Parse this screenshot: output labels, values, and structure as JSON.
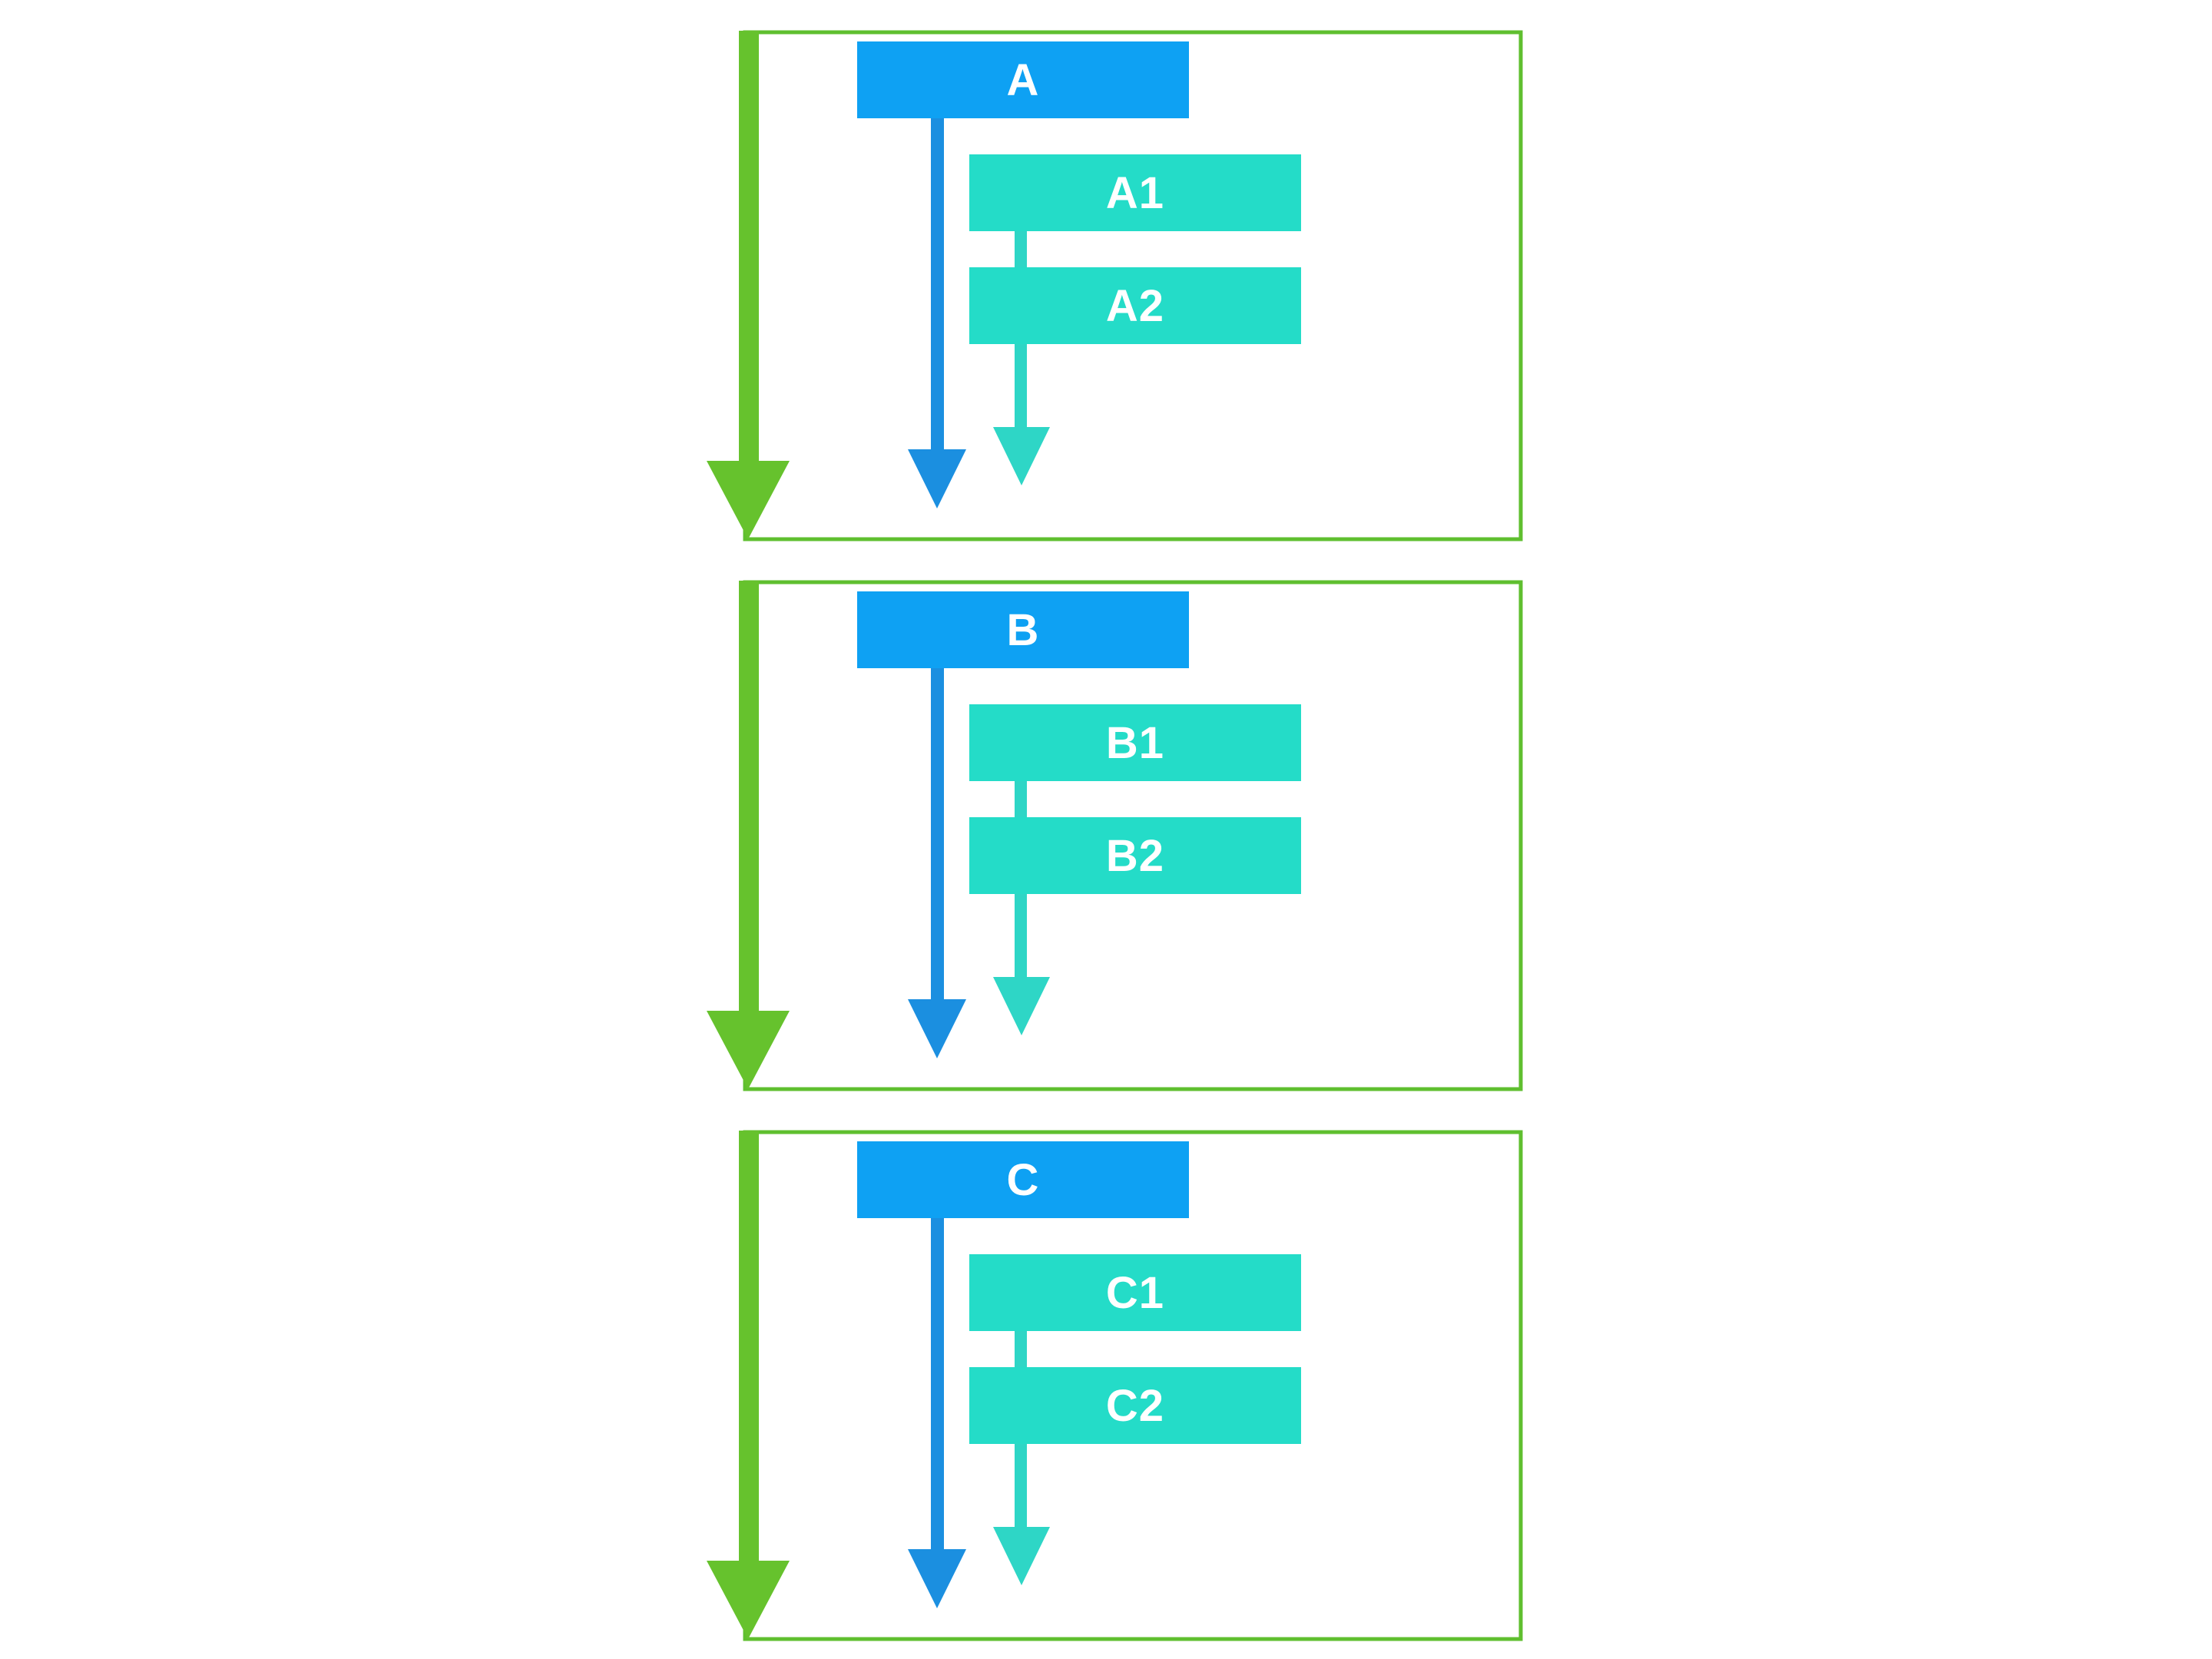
{
  "colors": {
    "frame": "#5fbf2f",
    "outer_arrow": "#66c22d",
    "parent_fill": "#0ea1f3",
    "parent_arrow": "#1b8fe0",
    "child_fill": "#24dcc8",
    "child_arrow": "#2ed6c6"
  },
  "groups": [
    {
      "parent": "A",
      "children": [
        "A1",
        "A2"
      ]
    },
    {
      "parent": "B",
      "children": [
        "B1",
        "B2"
      ]
    },
    {
      "parent": "C",
      "children": [
        "C1",
        "C2"
      ]
    }
  ]
}
